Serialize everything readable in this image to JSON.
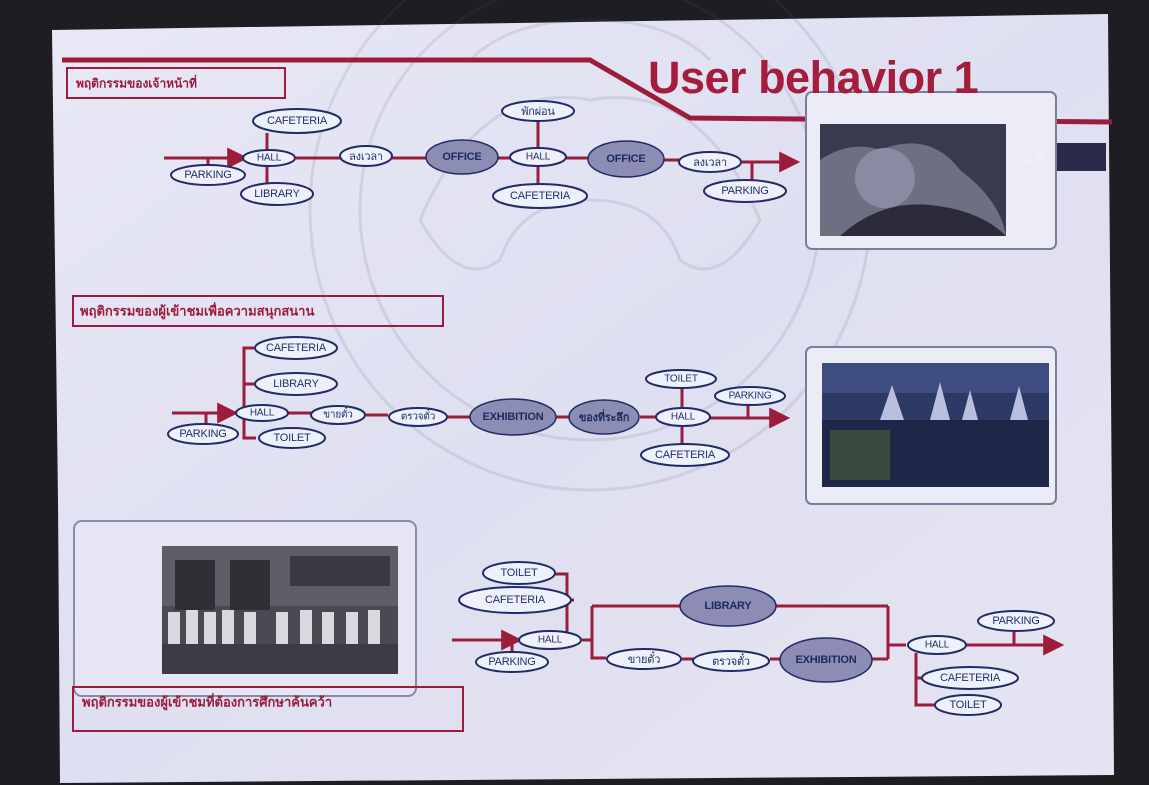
{
  "slide": {
    "title": "User behavior 1",
    "page_number": "24"
  },
  "sections": [
    {
      "label": "พฤติกรรมของเจ้าหน้าที่"
    },
    {
      "label": "พฤติกรรมของผู้เข้าชมเพื่อความสนุกสนาน"
    },
    {
      "label": "พฤติกรรมของผู้เข้าชมที่ต้องการศึกษาค้นคว้า"
    }
  ],
  "nodes": {
    "r1": [
      "CAFETERIA",
      "HALL",
      "PARKING",
      "LIBRARY",
      "ลงเวลา",
      "OFFICE",
      "พักผ่อน",
      "HALL",
      "CAFETERIA",
      "OFFICE",
      "ลงเวลา",
      "PARKING"
    ],
    "r2": [
      "CAFETERIA",
      "LIBRARY",
      "HALL",
      "PARKING",
      "TOILET",
      "ขายตั๋ว",
      "ตรวจตั๋ว",
      "EXHIBITION",
      "ของที่ระลึก",
      "TOILET",
      "HALL",
      "CAFETERIA",
      "PARKING"
    ],
    "r3": [
      "TOILET",
      "CAFETERIA",
      "HALL",
      "PARKING",
      "LIBRARY",
      "ขายตั๋ว",
      "ตรวจตั๋ว",
      "EXHIBITION",
      "HALL",
      "PARKING",
      "CAFETERIA",
      "TOILET"
    ]
  },
  "colors": {
    "maroon": "#9c1c3c",
    "navy": "#1f2c66",
    "slide_bg": "#e3e3f2",
    "filled_node": "#8d8cb4"
  },
  "photos": [
    "photo-portrait",
    "photo-pagoda",
    "photo-historic-group"
  ]
}
